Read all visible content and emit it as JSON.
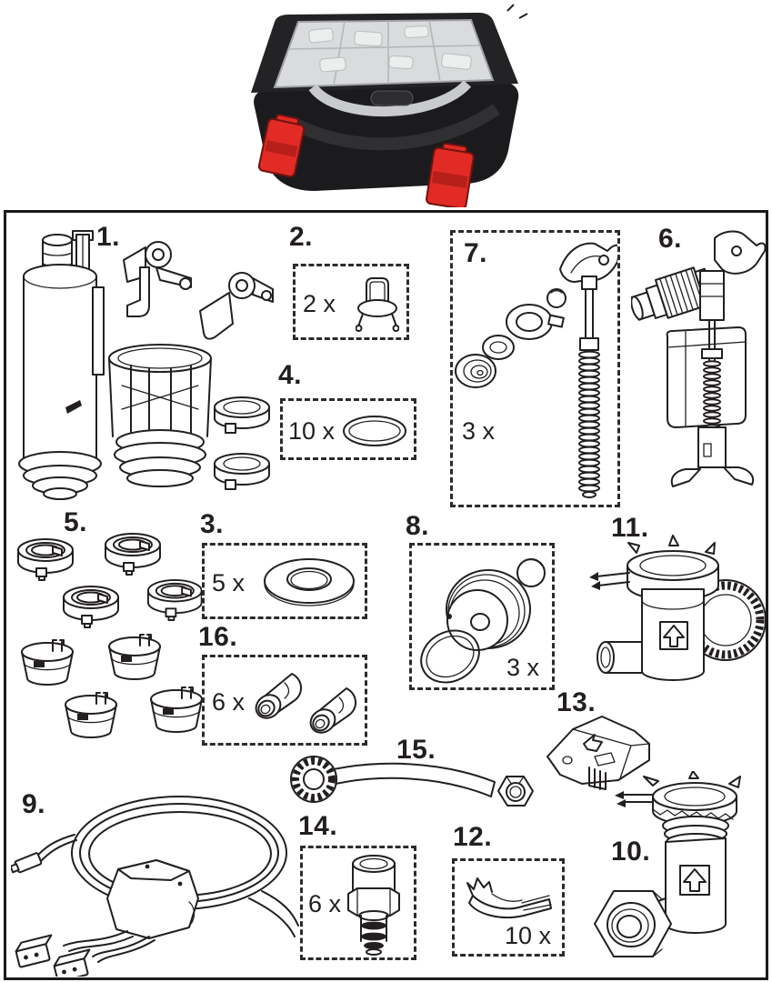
{
  "page": {
    "background": "#ffffff"
  },
  "case_photo": {
    "colors": {
      "shell": "#1d1d1f",
      "lid": "#d9dbdd",
      "latch_red": "#e12b24",
      "line": "#231f20"
    }
  },
  "frame": {
    "border_color": "#1a1a1a"
  },
  "items": {
    "i1": {
      "label": "1."
    },
    "i2": {
      "label": "2.",
      "qty": "2 x"
    },
    "i3": {
      "label": "3.",
      "qty": "5 x"
    },
    "i4": {
      "label": "4.",
      "qty": "10 x"
    },
    "i5": {
      "label": "5."
    },
    "i6": {
      "label": "6."
    },
    "i7": {
      "label": "7.",
      "qty": "3 x"
    },
    "i8": {
      "label": "8.",
      "qty": "3 x"
    },
    "i9": {
      "label": "9."
    },
    "i10": {
      "label": "10."
    },
    "i11": {
      "label": "11."
    },
    "i12": {
      "label": "12.",
      "qty": "10 x"
    },
    "i13": {
      "label": "13."
    },
    "i14": {
      "label": "14.",
      "qty": "6 x"
    },
    "i15": {
      "label": "15."
    },
    "i16": {
      "label": "16.",
      "qty": "6 x"
    }
  }
}
